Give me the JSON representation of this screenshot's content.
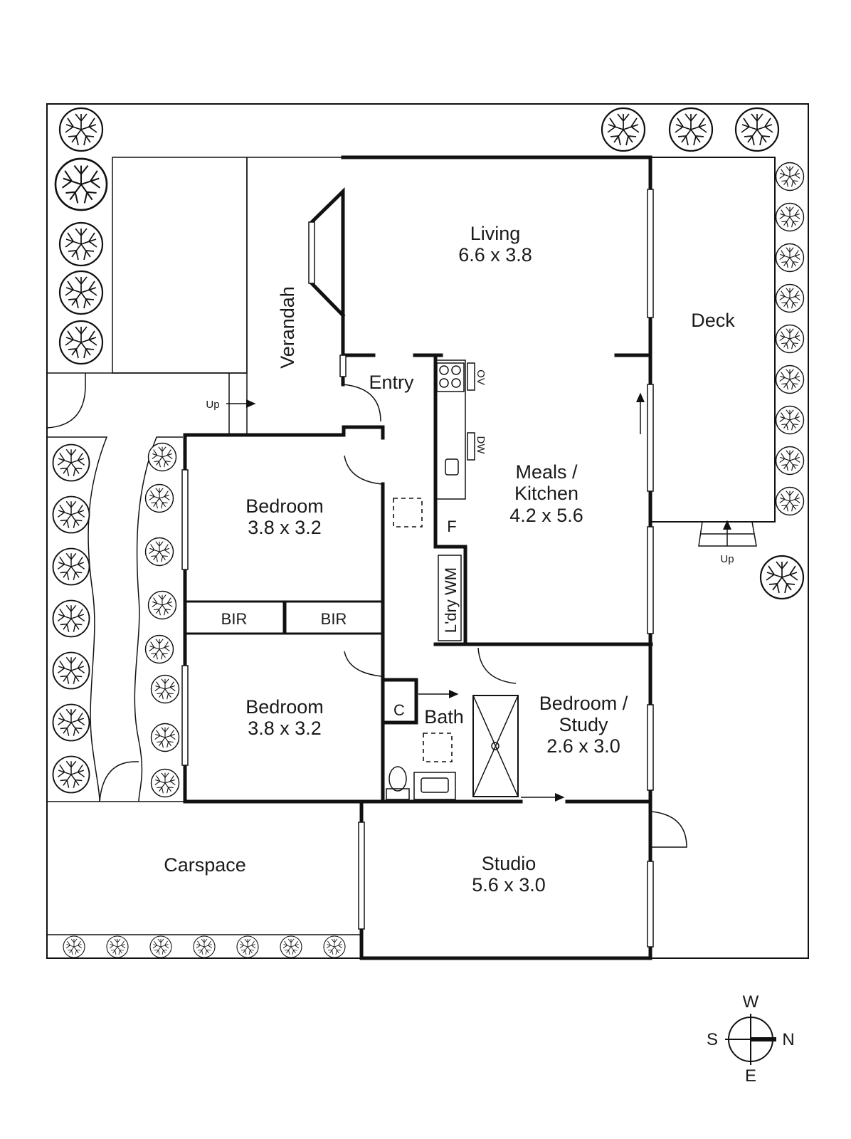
{
  "labels": {
    "living": "Living",
    "living_size": "6.6 x 3.8",
    "deck": "Deck",
    "verandah": "Verandah",
    "entry": "Entry",
    "meals": "Meals /",
    "kitchen": "Kitchen",
    "meals_size": "4.2 x 5.6",
    "bed1": "Bedroom",
    "bed1_size": "3.8 x 3.2",
    "bir1": "BIR",
    "bir2": "BIR",
    "bed2": "Bedroom",
    "bed2_size": "3.8 x 3.2",
    "bath": "Bath",
    "cupboard": "C",
    "bedstudy1": "Bedroom /",
    "bedstudy2": "Study",
    "bedstudy_size": "2.6 x 3.0",
    "laundry": "L'dry WM",
    "fridge": "F",
    "oven": "OV",
    "dishwasher": "DW",
    "up1": "Up",
    "up2": "Up",
    "carspace": "Carspace",
    "studio": "Studio",
    "studio_size": "5.6 x 3.0"
  },
  "compass": {
    "top": "W",
    "left": "S",
    "right": "N",
    "bottom": "E"
  }
}
